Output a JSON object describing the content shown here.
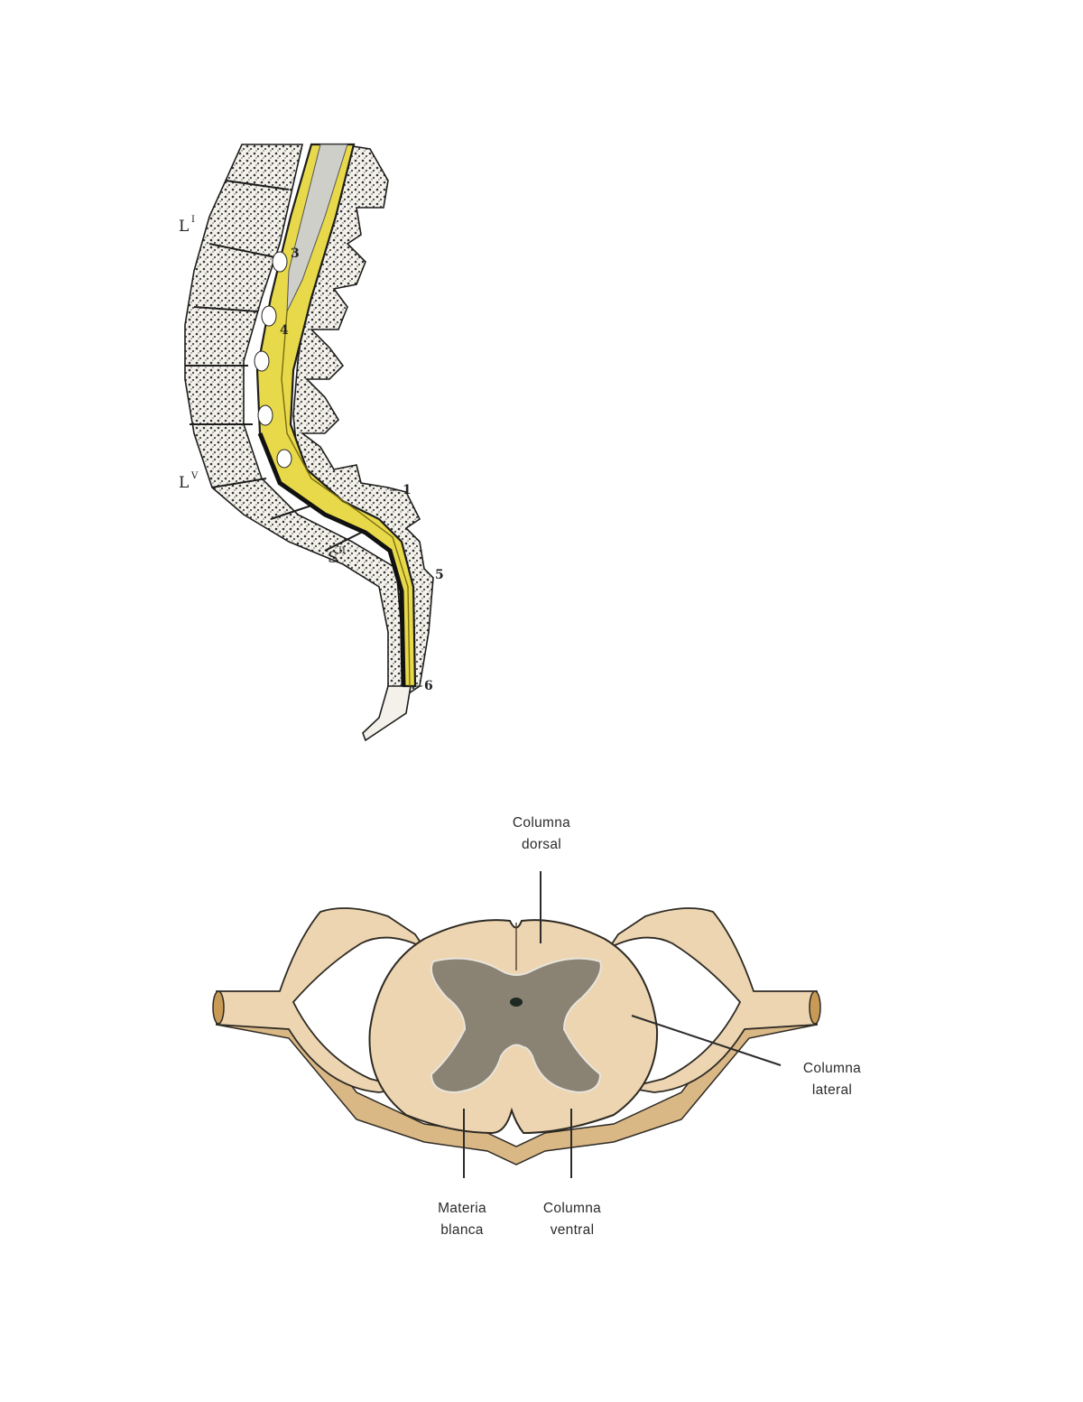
{
  "spine_diagram": {
    "vertebra_labels": {
      "first": "L",
      "first_sup": "I",
      "fifth": "L",
      "fifth_sup": "V",
      "sacral": "S",
      "sacral_sup": "II"
    },
    "numbers": [
      "3",
      "4",
      "1",
      "5",
      "6"
    ],
    "colors": {
      "dura": "#e8d94a",
      "dura_dark": "#c9b722",
      "bone": "#f3f1ea",
      "outline": "#1d1d1d"
    }
  },
  "cross_section": {
    "labels": {
      "dorsal": [
        "Columna",
        "dorsal"
      ],
      "lateral": [
        "Columna",
        "lateral"
      ],
      "white": [
        "Materia",
        "blanca"
      ],
      "ventral": [
        "Columna",
        "ventral"
      ]
    },
    "colors": {
      "white_matter": "#ecd5b0",
      "gray_matter": "#8a8272",
      "shadow": "#d9b886",
      "outline": "#2e2a24"
    }
  }
}
